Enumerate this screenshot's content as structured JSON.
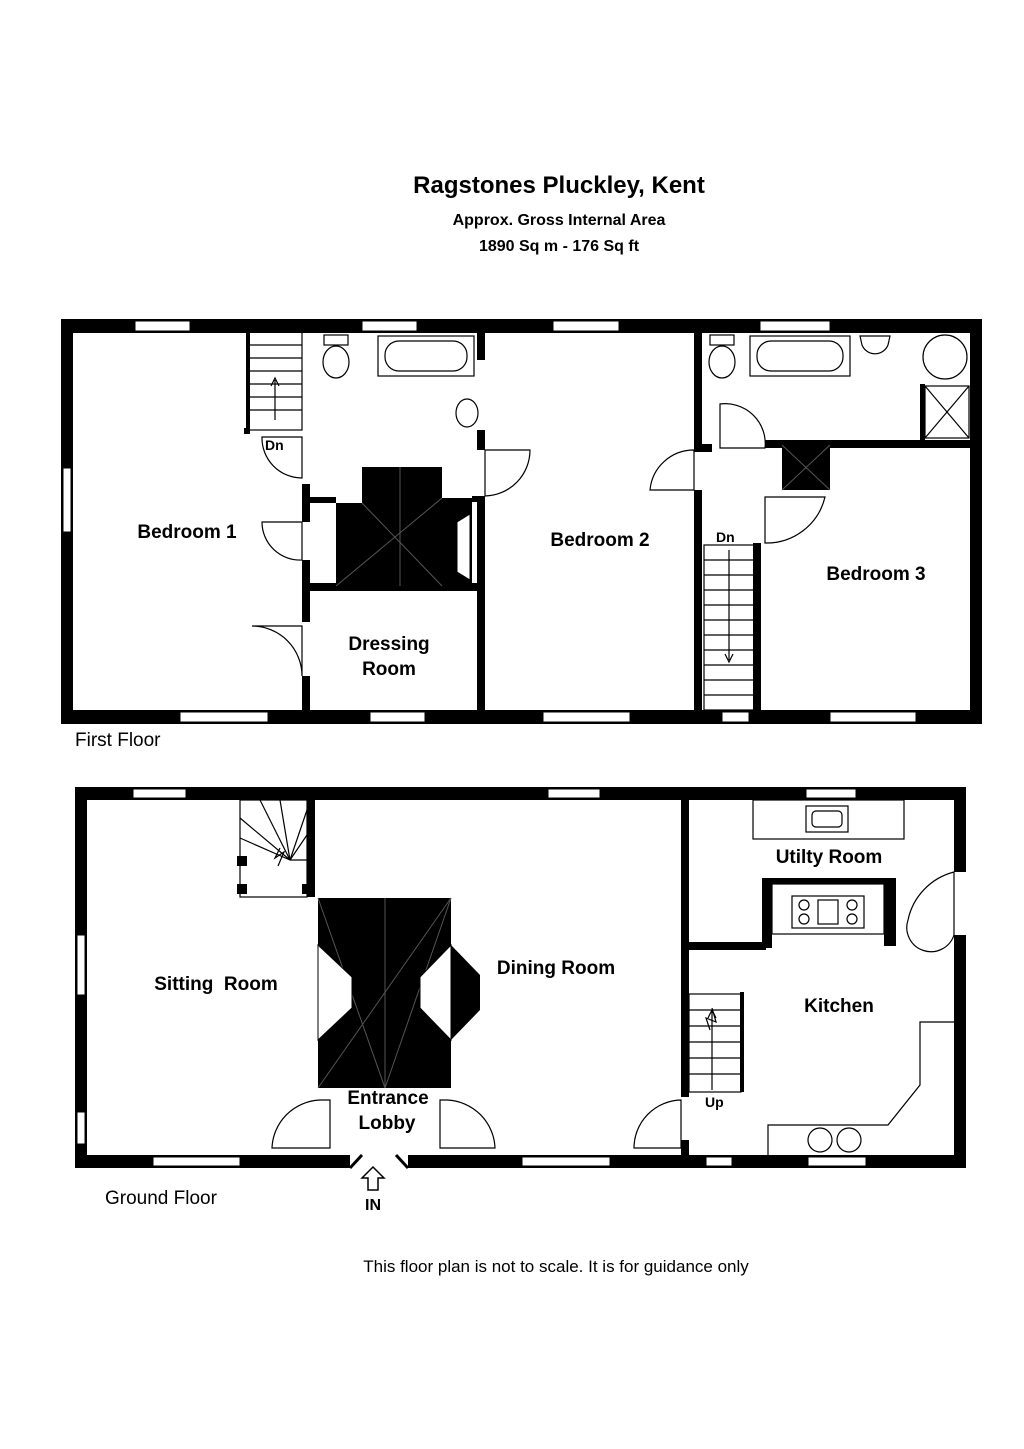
{
  "header": {
    "title": "Ragstones Pluckley, Kent",
    "subtitle": "Approx. Gross Internal Area",
    "area": "1890 Sq m - 176 Sq ft"
  },
  "first_floor": {
    "label": "First Floor",
    "rooms": {
      "bedroom1": "Bedroom 1",
      "bedroom2": "Bedroom 2",
      "bedroom3": "Bedroom 3",
      "dressing_line1": "Dressing",
      "dressing_line2": "Room"
    },
    "stairs_dn_1": "Dn",
    "stairs_dn_2": "Dn"
  },
  "ground_floor": {
    "label": "Ground Floor",
    "rooms": {
      "sitting": "Sitting  Room",
      "dining": "Dining Room",
      "utility": "Utilty Room",
      "kitchen": "Kitchen",
      "entrance_line1": "Entrance",
      "entrance_line2": "Lobby"
    },
    "stairs_up": "Up",
    "entry": "IN"
  },
  "footer": {
    "disclaimer": "This floor plan is not to scale. It is for guidance only"
  }
}
